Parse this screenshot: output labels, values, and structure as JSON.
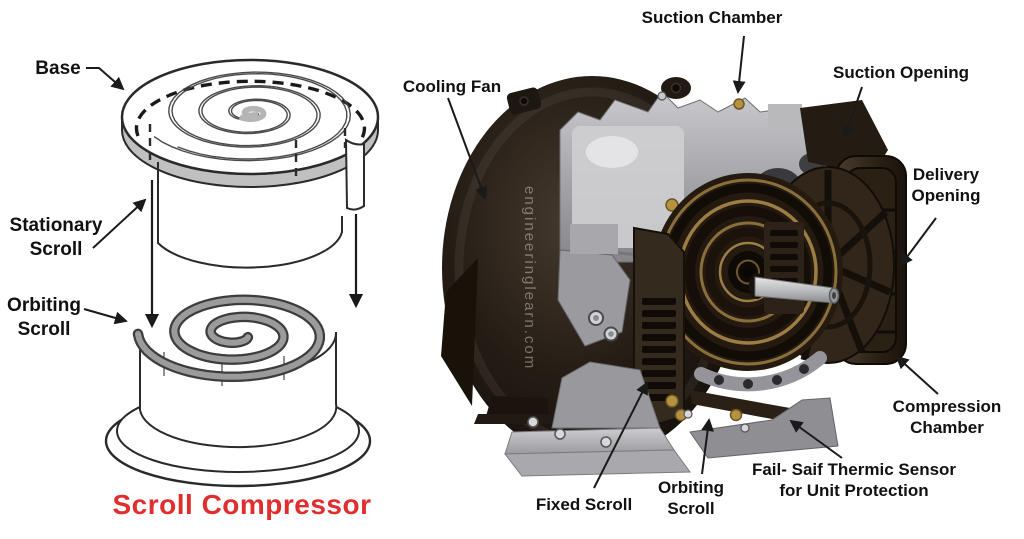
{
  "title": {
    "text": "Scroll Compressor",
    "color": "#e02e2e"
  },
  "left_diagram": {
    "labels": {
      "base": "Base",
      "stationary_scroll": "Stationary Scroll",
      "orbiting_scroll": "Orbiting Scroll"
    }
  },
  "photo": {
    "labels": {
      "cooling_fan": "Cooling Fan",
      "suction_chamber": "Suction Chamber",
      "suction_opening": "Suction Opening",
      "delivery_opening": "Delivery Opening",
      "compression_chamber": "Compression Chamber",
      "fail_safe_sensor": "Fail- Saif Thermic Sensor for Unit Protection",
      "fixed_scroll": "Fixed Scroll",
      "orbiting_scroll": "Orbiting Scroll"
    },
    "watermark": "engineeringlearn.com"
  },
  "colors": {
    "title_red": "#e02e2e",
    "line_ink": "#1a1a1a",
    "diagram_gray": "#c0c0c0",
    "fan_dark": "#1b1510",
    "casting_gray": "#b9b9bd",
    "brass": "#9c7d44",
    "shaft_silver": "#c9c9cc"
  }
}
